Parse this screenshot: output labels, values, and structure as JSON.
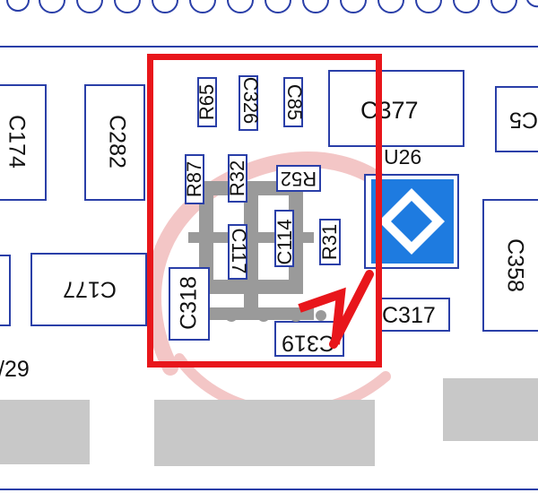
{
  "colors": {
    "outline": "#2a3fa8",
    "highlight": "#e8161b",
    "watermark_red": "#f3c6c6",
    "watermark_gray": "#8f8f8f",
    "pad": "#c8c8c8",
    "chip_blue": "#1e7be0"
  },
  "components": {
    "c174": "C174",
    "c282": "C282",
    "c377": "C377",
    "c5": "C5",
    "r65": "R65",
    "c326": "C326",
    "c85": "C85",
    "r87": "R87",
    "r32": "R32",
    "r52": "R52",
    "u26": "U26",
    "c114": "C114",
    "c117": "C117",
    "r31": "R31",
    "c358": "C358",
    "c177": "C177",
    "c318": "C318",
    "c319": "C319",
    "c317": "C317",
    "v29": "/29"
  },
  "icons": {
    "chip": "blue-chip-icon",
    "arrow": "red-check-arrow-icon",
    "watermark": "watermark-seal-icon"
  }
}
